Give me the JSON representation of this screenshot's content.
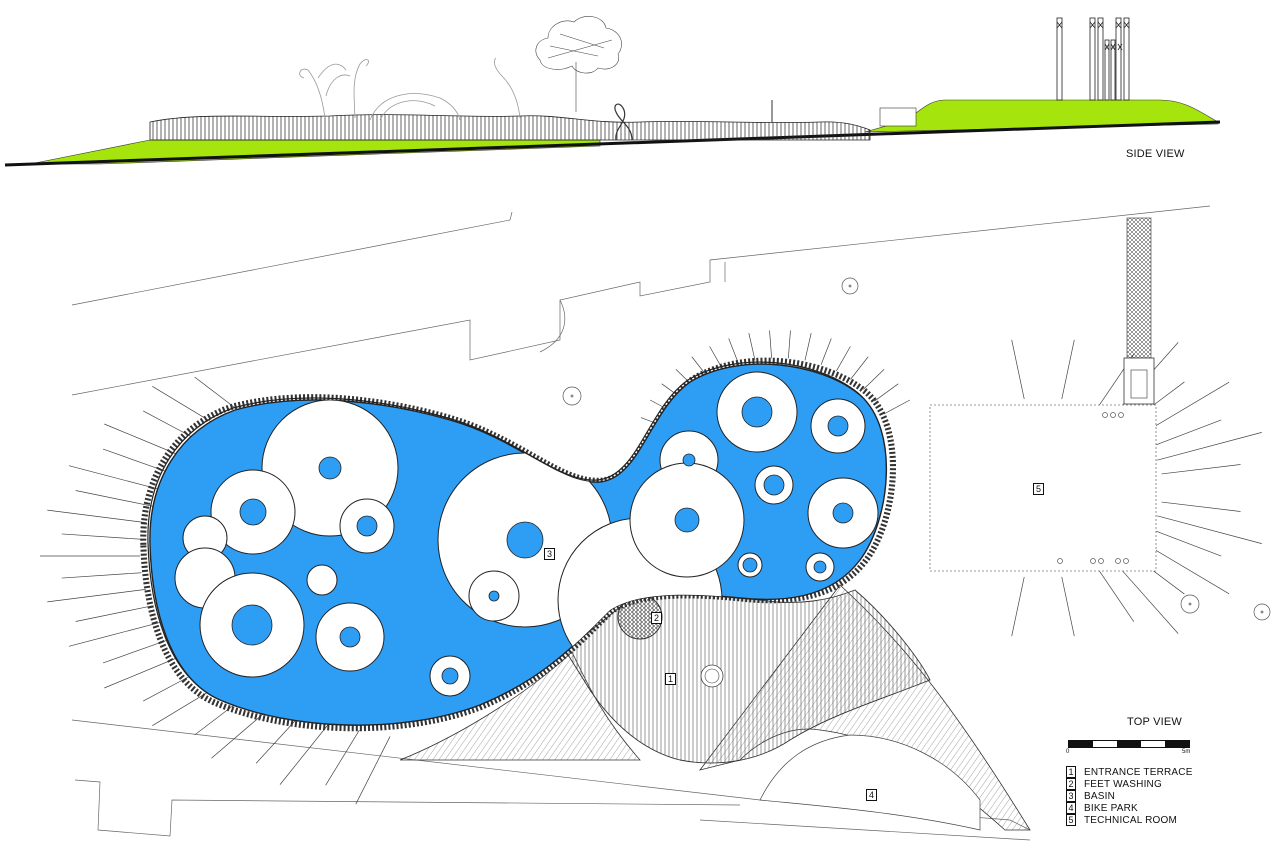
{
  "side_view": {
    "title": "SIDE VIEW",
    "grass_color": "#a5e40c"
  },
  "top_view": {
    "title": "TOP VIEW",
    "water_color": "#2e9ef5",
    "scale": {
      "start": "0",
      "end": "5m"
    },
    "zone_tags": [
      "1",
      "2",
      "3",
      "4",
      "5"
    ],
    "legend": [
      {
        "num": "1",
        "label": "ENTRANCE TERRACE"
      },
      {
        "num": "2",
        "label": "FEET WASHING"
      },
      {
        "num": "3",
        "label": "BASIN"
      },
      {
        "num": "4",
        "label": "BIKE PARK"
      },
      {
        "num": "5",
        "label": "TECHNICAL ROOM"
      }
    ]
  }
}
